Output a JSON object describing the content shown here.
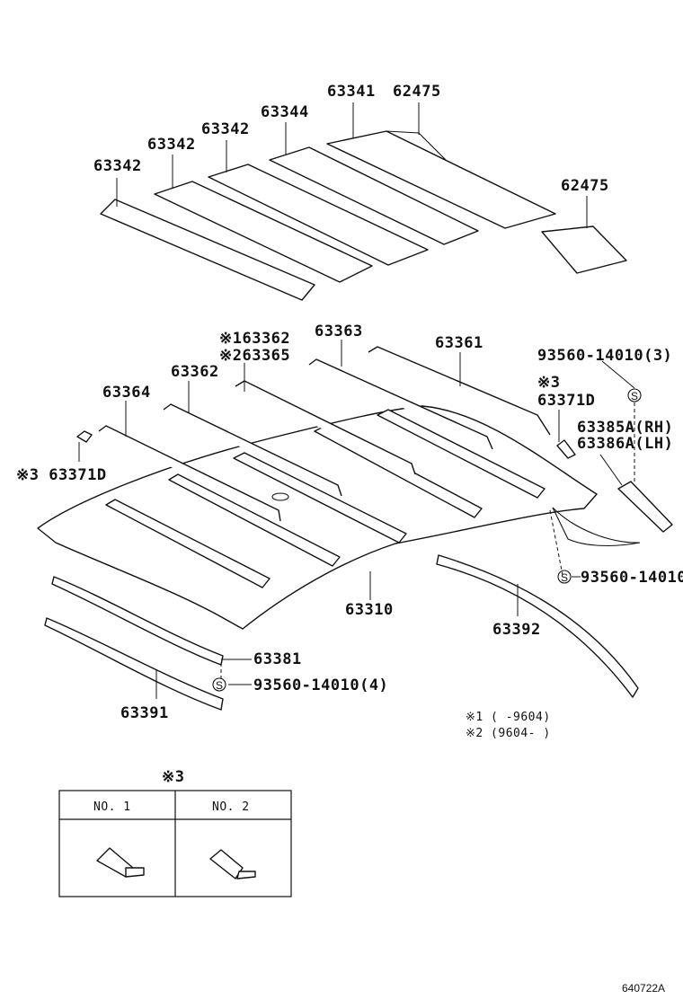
{
  "diagram": {
    "labels": {
      "p63341": "63341",
      "p62475a": "62475",
      "p63344": "63344",
      "p63342a": "63342",
      "p63342b": "63342",
      "p63342c": "63342",
      "p62475b": "62475",
      "p63363": "63363",
      "p63361": "63361",
      "p63362a": "※163362",
      "p63365": "※263365",
      "p63362b": "63362",
      "p63364": "63364",
      "p63371d_left": "※3 63371D",
      "note3_top": "※3",
      "p63371d_right": "63371D",
      "p93560_3": "93560-14010(3)",
      "p63385a": "63385A(RH)",
      "p63386a": "63386A(LH)",
      "p93560_right": "93560-14010",
      "p63310": "63310",
      "p63392": "63392",
      "p63381": "63381",
      "p93560_4": "93560-14010(4)",
      "p63391": "63391",
      "note1": "※1 (     -9604)",
      "note2": "※2 (9604-     )",
      "s_symbol": "S"
    },
    "table": {
      "title": "※3",
      "col1": "NO. 1",
      "col2": "NO. 2"
    },
    "footer_code": "640722A"
  }
}
